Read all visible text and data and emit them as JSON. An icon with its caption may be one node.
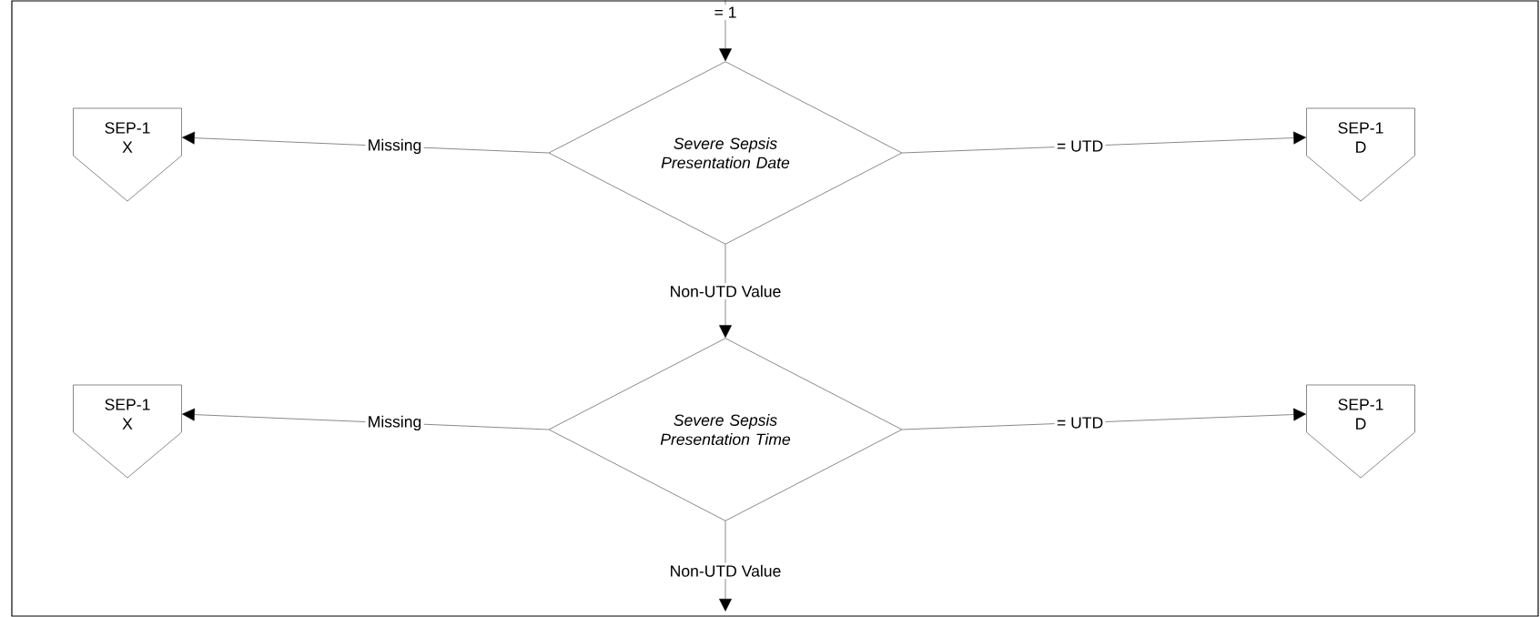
{
  "diagram": {
    "nodes": [
      {
        "text": [
          "*Severe Sepsis Presentation Date*"
        ]
      },
      {
        "text": [
          "SEP-1 X"
        ]
      },
      {
        "text": [
          "SEP-1 D"
        ]
      },
      {
        "text": [
          "*Severe Sepsis Presentation Time*"
        ]
      },
      {
        "text": [
          "SEP-1 X"
        ]
      },
      {
        "text": [
          "SEP-1 D"
        ]
      }
    ],
    "edges": [
      {
        "from": null,
        "to": 0,
        "arrow": "to",
        "label": "= 1"
      },
      {
        "from": 0,
        "to": 1,
        "arrow": "to",
        "label": "Missing"
      },
      {
        "from": 0,
        "to": 2,
        "arrow": "to",
        "label": "= UTD"
      },
      {
        "from": 0,
        "to": 3,
        "arrow": "to",
        "label": "Non-UTD Value"
      },
      {
        "from": 3,
        "to": 4,
        "arrow": "to",
        "label": "Missing"
      },
      {
        "from": 3,
        "to": 5,
        "arrow": "to",
        "label": "= UTD"
      },
      {
        "from": 3,
        "to": null,
        "arrow": "to",
        "label": "Non-UTD Value"
      }
    ]
  }
}
